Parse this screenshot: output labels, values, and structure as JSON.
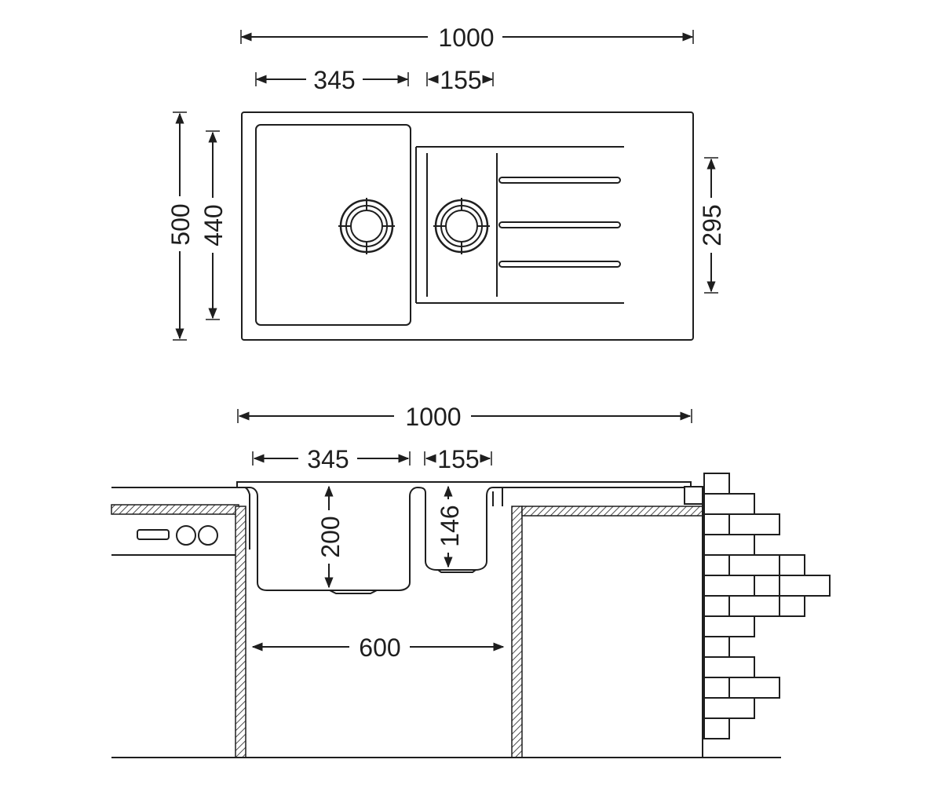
{
  "top_view": {
    "overall_width": "1000",
    "main_bowl_width": "345",
    "small_bowl_width": "155",
    "overall_depth": "500",
    "bowl_depth": "440",
    "drainer_depth": "295"
  },
  "side_view": {
    "overall_width": "1000",
    "main_bowl_width": "345",
    "small_bowl_width": "155",
    "main_bowl_depth": "200",
    "small_bowl_depth": "146",
    "cabinet_width": "600"
  },
  "colors": {
    "line": "#1e1e1e",
    "background": "#ffffff"
  }
}
